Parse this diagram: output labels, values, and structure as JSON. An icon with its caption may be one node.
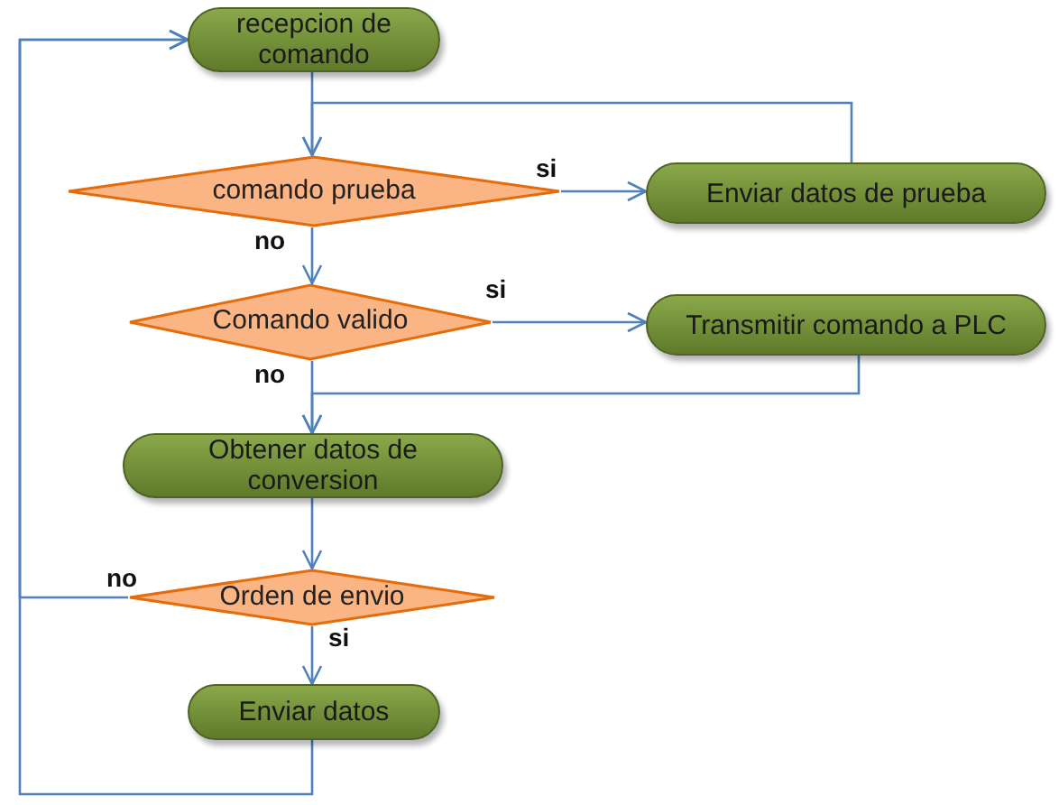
{
  "diagram": {
    "nodes": [
      {
        "text": [
          "recepcion de comando"
        ]
      },
      {
        "text": [
          "comando prueba"
        ]
      },
      {
        "text": [
          "Enviar datos de prueba"
        ]
      },
      {
        "text": [
          "Comando valido"
        ]
      },
      {
        "text": [
          "Transmitir comando a PLC"
        ]
      },
      {
        "text": [
          "Obtener datos de conversion"
        ]
      },
      {
        "text": [
          "Orden de envio"
        ]
      },
      {
        "text": [
          "Enviar datos"
        ]
      }
    ],
    "edges": [
      {
        "from": 0,
        "to": 1,
        "arrow": "to"
      },
      {
        "from": 1,
        "to": 2,
        "arrow": "to",
        "label": "si"
      },
      {
        "from": 2,
        "to": 1,
        "arrow": "to"
      },
      {
        "from": 1,
        "to": 3,
        "arrow": "to",
        "label": "no"
      },
      {
        "from": 3,
        "to": 4,
        "arrow": "to",
        "label": "si"
      },
      {
        "from": 4,
        "to": 5,
        "arrow": "to"
      },
      {
        "from": 3,
        "to": 5,
        "arrow": "to",
        "label": "no"
      },
      {
        "from": 5,
        "to": 6,
        "arrow": "to"
      },
      {
        "from": 6,
        "to": 7,
        "arrow": "to",
        "label": "si"
      },
      {
        "from": 6,
        "to": 0,
        "arrow": "to",
        "label": "no"
      },
      {
        "from": 7,
        "to": 0,
        "arrow": "to"
      }
    ]
  }
}
